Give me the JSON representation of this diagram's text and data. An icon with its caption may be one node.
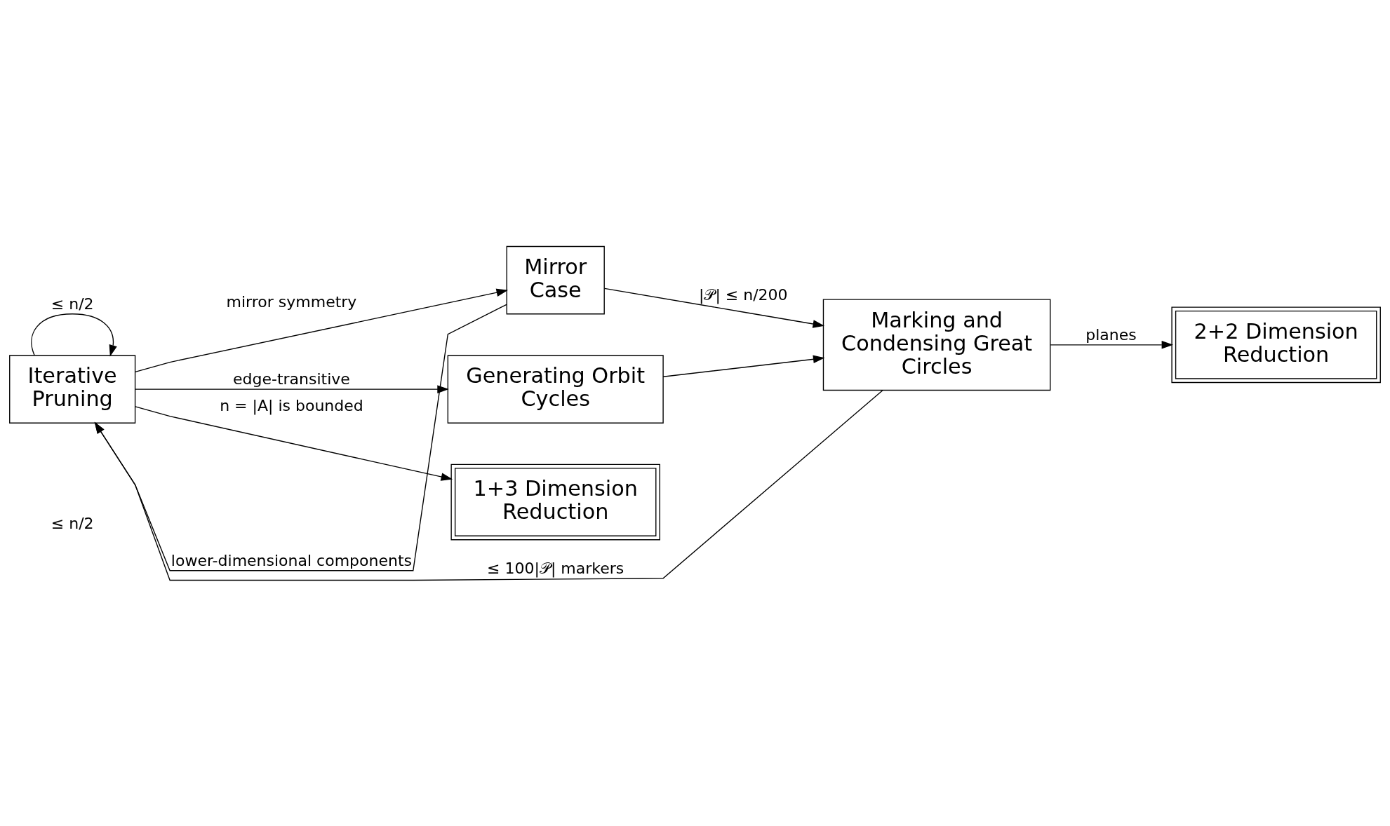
{
  "diagram": {
    "nodes": [
      {
        "text": [
          "Iterative Pruning"
        ]
      },
      {
        "text": [
          "Mirror Case"
        ]
      },
      {
        "text": [
          "Generating Orbit Cycles"
        ]
      },
      {
        "text": [
          "Marking and Condensing Great Circles"
        ]
      },
      {
        "text": [
          "2+2 Dimension Reduction"
        ]
      },
      {
        "text": [
          "1+3 Dimension Reduction"
        ]
      }
    ],
    "edges": [
      {
        "from": 0,
        "to": 1,
        "arrow": "to",
        "label": "mirror symmetry"
      },
      {
        "from": 0,
        "to": 2,
        "arrow": "to",
        "label": "edge-transitive"
      },
      {
        "from": 0,
        "to": 5,
        "arrow": "to",
        "label": "n = |A| is bounded"
      },
      {
        "from": 0,
        "to": 0,
        "arrow": "to",
        "label": "≤ n/2"
      },
      {
        "from": 1,
        "to": 0,
        "arrow": "to",
        "label": "lower-dimensional components"
      },
      {
        "from": 1,
        "to": 3,
        "arrow": "to",
        "label": "|𝒫| ≤ n/200"
      },
      {
        "from": 2,
        "to": 3,
        "arrow": "to"
      },
      {
        "from": 3,
        "to": 0,
        "arrow": "to",
        "label": "≤ 100|𝒫| markers"
      },
      {
        "from": 3,
        "to": 4,
        "arrow": "to",
        "label": "planes"
      }
    ],
    "labels": [
      "≤ n/2"
    ]
  }
}
